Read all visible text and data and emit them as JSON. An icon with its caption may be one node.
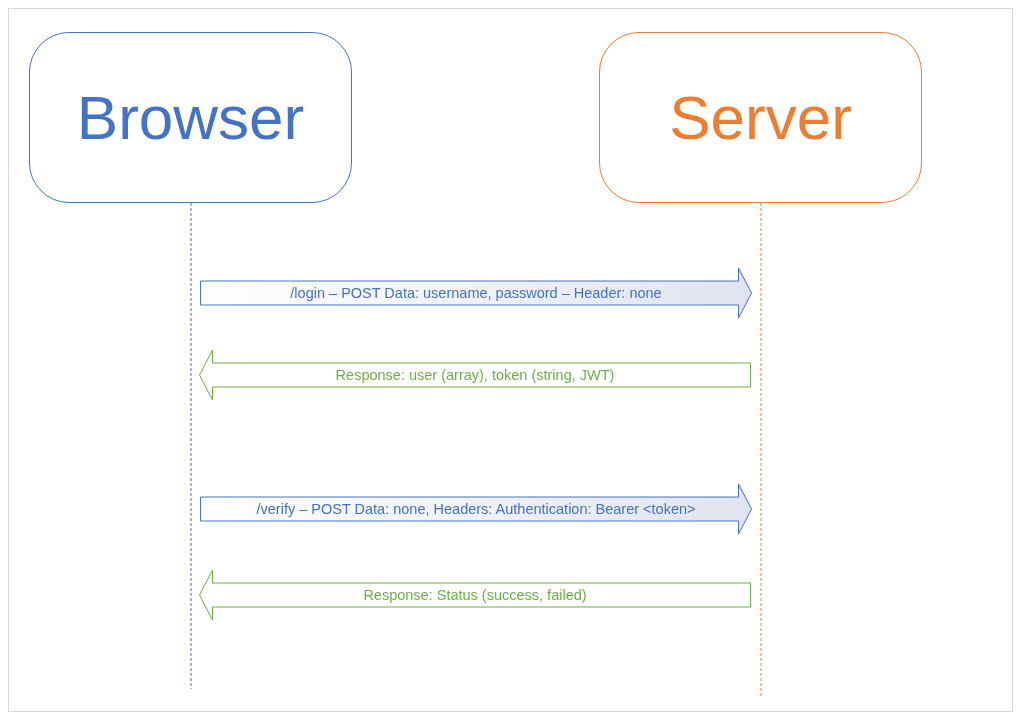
{
  "diagram": {
    "nodes": [
      {
        "text": [
          "Browser"
        ]
      },
      {
        "text": [
          "Server"
        ]
      }
    ],
    "edges": [
      {
        "from": 0,
        "to": 1,
        "arrow": "to",
        "label": "/login – POST Data: username, password – Header: none"
      },
      {
        "from": 1,
        "to": 0,
        "arrow": "to",
        "label": "Response: user (array), token (string, JWT)",
        "color": "#70ad47"
      },
      {
        "from": 0,
        "to": 1,
        "arrow": "to",
        "label": "/verify – POST Data: none, Headers: Authentication: Bearer <token>"
      },
      {
        "from": 1,
        "to": 0,
        "arrow": "to",
        "label": "Response: Status (success, failed)",
        "color": "#70ad47"
      }
    ]
  }
}
